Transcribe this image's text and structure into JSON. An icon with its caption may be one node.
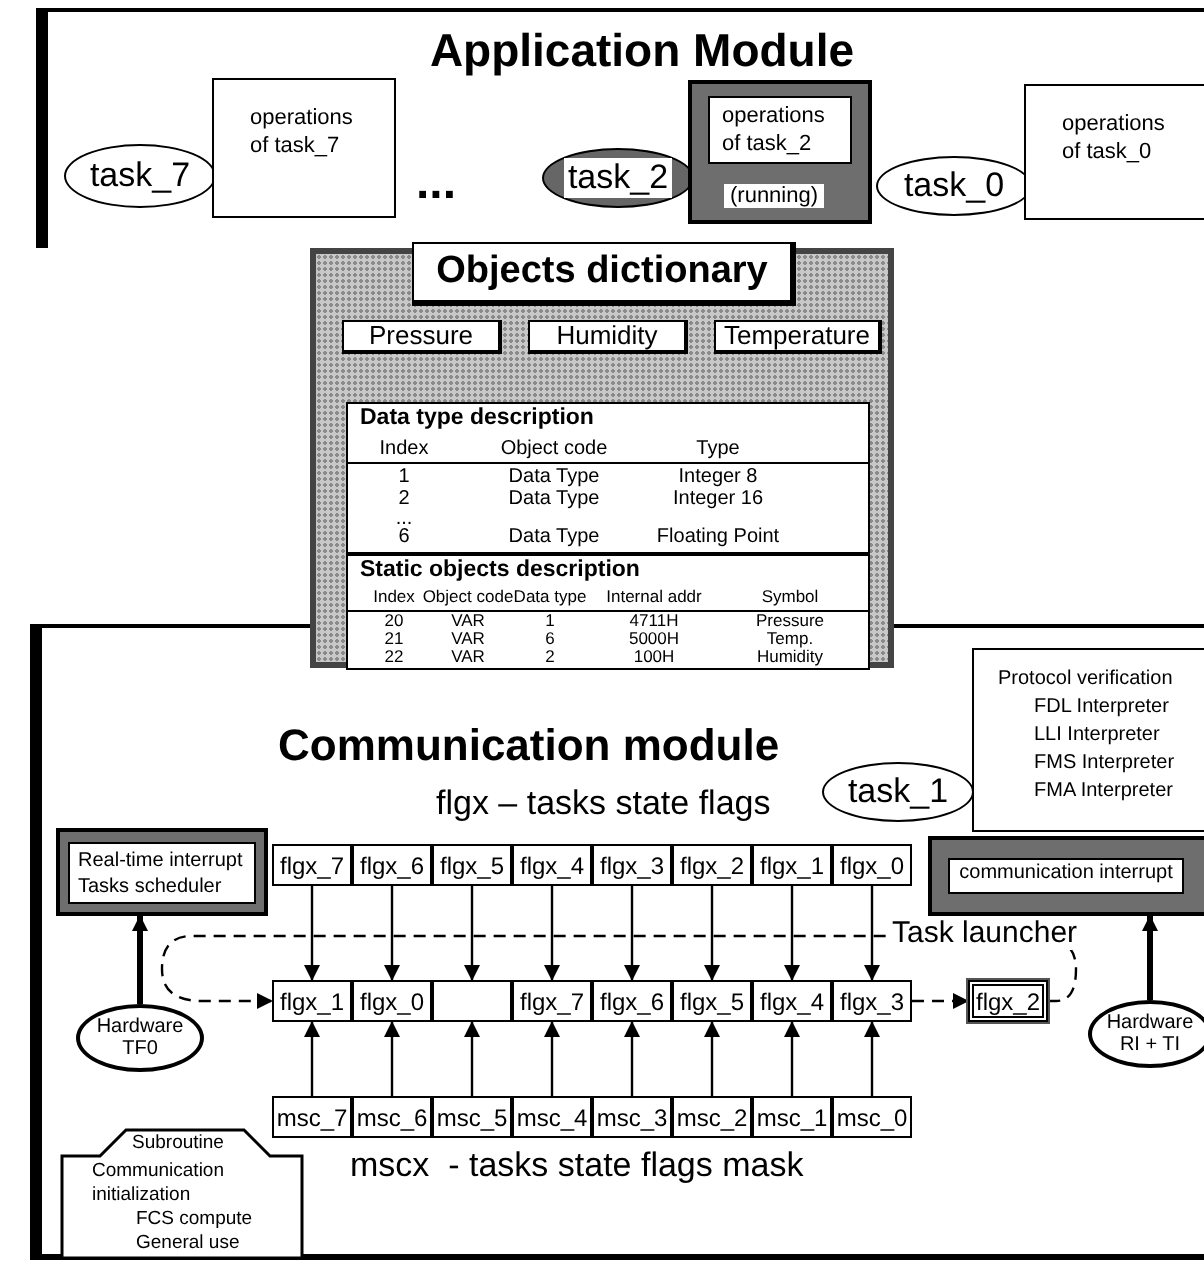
{
  "diagram": {
    "nodes": [
      {
        "text": [
          "Application Module"
        ]
      },
      {
        "text": [
          "task_7"
        ],
        "in": 0
      },
      {
        "text": [
          "operations of task_7"
        ],
        "in": 0
      },
      {
        "text": [
          "task_2"
        ],
        "in": 0
      },
      {
        "text": [
          "operations of task_2",
          "(running)"
        ],
        "in": 0
      },
      {
        "text": [
          "task_0"
        ],
        "in": 0
      },
      {
        "text": [
          "operations of task_0"
        ],
        "in": 0
      },
      {
        "text": [
          "Objects dictionary"
        ]
      },
      {
        "text": [
          "Pressure"
        ],
        "in": 7
      },
      {
        "text": [
          "Humidity"
        ],
        "in": 7
      },
      {
        "text": [
          "Temperature"
        ],
        "in": 7
      },
      {
        "text": [
          "Data type description",
          "Index",
          "Object code",
          "Type",
          "1",
          "Data Type",
          "Integer 8",
          "2",
          "Data Type",
          "Integer 16",
          "...",
          "6",
          "Data Type",
          "Floating Point"
        ],
        "in": 7
      },
      {
        "text": [
          "Static objects description",
          "Index",
          "Object code",
          "Data type",
          "Internal addr",
          "Symbol",
          "20",
          "VAR",
          "1",
          "4711H",
          "Pressure",
          "21",
          "VAR",
          "6",
          "5000H",
          "Temp.",
          "22",
          "VAR",
          "2",
          "100H",
          "Humidity"
        ],
        "in": 7
      },
      {
        "text": [
          "Communication module"
        ]
      },
      {
        "text": [
          "Protocol verification",
          "FDL Interpreter",
          "LLI Interpreter",
          "FMS Interpreter",
          "FMA Interpreter"
        ],
        "in": 13
      },
      {
        "text": [
          "task_1"
        ],
        "in": 13
      },
      {
        "text": [
          "Real-time interrupt",
          "Tasks scheduler"
        ],
        "in": 13
      },
      {
        "text": [
          "flgx_7"
        ],
        "in": 13
      },
      {
        "text": [
          "flgx_6"
        ],
        "in": 13
      },
      {
        "text": [
          "flgx_5"
        ],
        "in": 13
      },
      {
        "text": [
          "flgx_4"
        ],
        "in": 13
      },
      {
        "text": [
          "flgx_3"
        ],
        "in": 13
      },
      {
        "text": [
          "flgx_2"
        ],
        "in": 13
      },
      {
        "text": [
          "flgx_1"
        ],
        "in": 13
      },
      {
        "text": [
          "flgx_0"
        ],
        "in": 13
      },
      {
        "text": [
          "communication interrupt"
        ],
        "in": 13
      },
      {
        "text": [
          "Hardware TF0"
        ],
        "in": 13
      },
      {
        "text": [
          "flgx_1"
        ],
        "in": 13
      },
      {
        "text": [
          "flgx_0"
        ],
        "in": 13
      },
      {
        "text": [],
        "shape": "box",
        "in": 13
      },
      {
        "text": [
          "flgx_7"
        ],
        "in": 13
      },
      {
        "text": [
          "flgx_6"
        ],
        "in": 13
      },
      {
        "text": [
          "flgx_5"
        ],
        "in": 13
      },
      {
        "text": [
          "flgx_4"
        ],
        "in": 13
      },
      {
        "text": [
          "flgx_3"
        ],
        "in": 13
      },
      {
        "text": [
          "flgx_2"
        ],
        "in": 13
      },
      {
        "text": [
          "Hardware RI + TI"
        ],
        "in": 13
      },
      {
        "text": [
          "msc_7"
        ],
        "in": 13
      },
      {
        "text": [
          "msc_6"
        ],
        "in": 13
      },
      {
        "text": [
          "msc_5"
        ],
        "in": 13
      },
      {
        "text": [
          "msc_4"
        ],
        "in": 13
      },
      {
        "text": [
          "msc_3"
        ],
        "in": 13
      },
      {
        "text": [
          "msc_2"
        ],
        "in": 13
      },
      {
        "text": [
          "msc_1"
        ],
        "in": 13
      },
      {
        "text": [
          "msc_0"
        ],
        "in": 13
      },
      {
        "text": [
          "Subroutine",
          "Communication initialization",
          "FCS compute",
          "General use"
        ],
        "in": 13
      }
    ],
    "edges": [
      {
        "from": 17,
        "to": 27,
        "arrow": "to"
      },
      {
        "from": 18,
        "to": 28,
        "arrow": "to"
      },
      {
        "from": 19,
        "to": 29,
        "arrow": "to"
      },
      {
        "from": 20,
        "to": 30,
        "arrow": "to"
      },
      {
        "from": 21,
        "to": 31,
        "arrow": "to"
      },
      {
        "from": 22,
        "to": 32,
        "arrow": "to"
      },
      {
        "from": 23,
        "to": 33,
        "arrow": "to"
      },
      {
        "from": 24,
        "to": 34,
        "arrow": "to"
      },
      {
        "from": 37,
        "to": 27,
        "arrow": "to"
      },
      {
        "from": 38,
        "to": 28,
        "arrow": "to"
      },
      {
        "from": 39,
        "to": 29,
        "arrow": "to"
      },
      {
        "from": 40,
        "to": 30,
        "arrow": "to"
      },
      {
        "from": 41,
        "to": 31,
        "arrow": "to"
      },
      {
        "from": 42,
        "to": 32,
        "arrow": "to"
      },
      {
        "from": 43,
        "to": 33,
        "arrow": "to"
      },
      {
        "from": 44,
        "to": 34,
        "arrow": "to"
      },
      {
        "from": 26,
        "to": 16,
        "arrow": "to",
        "style": "thick"
      },
      {
        "from": 36,
        "to": 25,
        "arrow": "to",
        "style": "thick"
      },
      {
        "from": 34,
        "to": 35,
        "arrow": "to",
        "style": "dashed"
      },
      {
        "from": 35,
        "to": 27,
        "arrow": "to",
        "style": "dashed",
        "label": "Task launcher"
      }
    ],
    "labels": [
      "...",
      "flgx – tasks state flags",
      "mscx  - tasks state flags mask"
    ]
  }
}
